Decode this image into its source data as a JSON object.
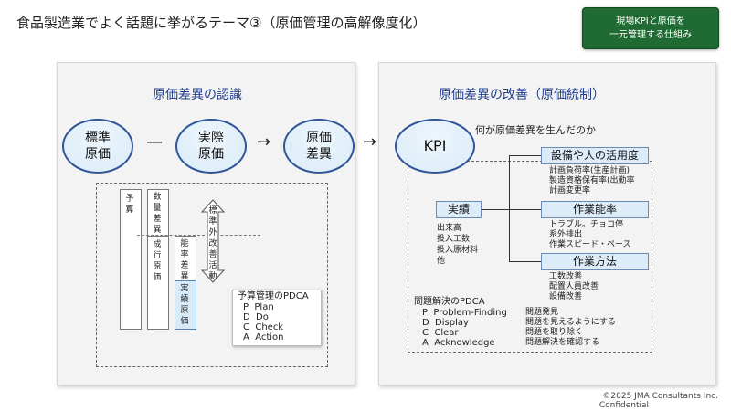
{
  "title": "食品製造業でよく話題に挙がるテーマ③（原価管理の高解像度化）",
  "badge": "現場KPIと原価を\n一元管理する仕組み",
  "left_panel": {
    "title": "原価差異の認識",
    "standard": "標準\n原価",
    "minus": "—",
    "actual": "実際\n原価",
    "arrow": "→",
    "variance": "原価\n差異",
    "bars": {
      "budget": "予算",
      "qty_variance": "数量差異",
      "cost_of_production": "成行原価",
      "rate_variance": "能率差異",
      "actual_cost": "実績原価",
      "outside_standard": "標準外改善活動"
    },
    "pdca": {
      "title": "予算管理のPDCA",
      "items": [
        "P  Plan",
        "D  Do",
        "C  Check",
        "A  Action"
      ]
    }
  },
  "between_arrow": "→",
  "right_panel": {
    "title": "原価差異の改善（原価統制）",
    "kpi": "KPI",
    "question": "何が原価差異を生んだのか",
    "results_box": "実績",
    "results_items": [
      "出来高",
      "投入工数",
      "投入原材料",
      "他"
    ],
    "categories": [
      {
        "label": "設備や人の活用度",
        "items": [
          "計画負荷率(生産計画)",
          "製造資格保有率(出勤率",
          "計画変更率"
        ]
      },
      {
        "label": "作業能率",
        "items": [
          "トラブル。チョコ停",
          "系外排出",
          "作業スピード・ペース"
        ]
      },
      {
        "label": "作業方法",
        "items": [
          "工数改善",
          "配置人員改善",
          "設備改善"
        ]
      }
    ],
    "pdca_title": "問題解決のPDCA",
    "pdca_left": [
      "P  Problem-Finding",
      "D  Display",
      "C  Clear",
      "A  Acknowledge"
    ],
    "pdca_right": [
      "問題発見",
      "問題を見えるようにする",
      "問題を取り除く",
      "問題解決を確認する"
    ]
  },
  "footer": {
    "copyright": "©2025 JMA Consultants Inc.",
    "confidential": "Confidential"
  }
}
